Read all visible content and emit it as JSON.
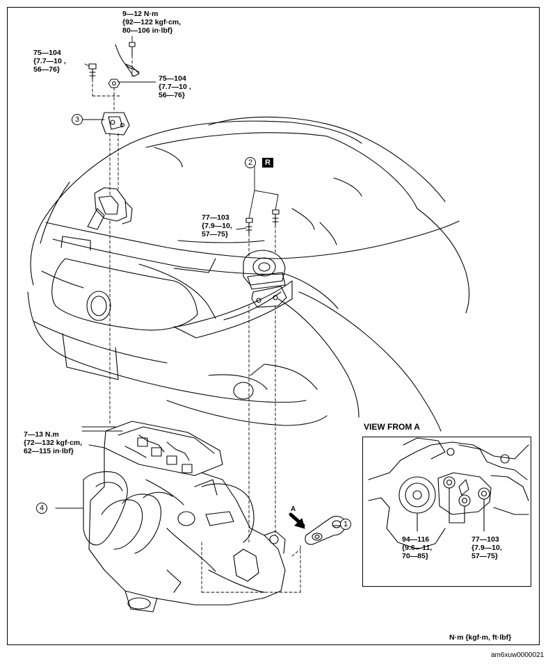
{
  "callouts": {
    "c1": "1",
    "c2": "2",
    "c3": "3",
    "c4": "4"
  },
  "r_mark": "R",
  "arrow_label": "A",
  "torques": {
    "t_ground": "9—12 N·m\n{92—122 kgf·cm,\n80—106 in·lbf}",
    "t_mount3_left": "75—104\n{7.7—10 ,\n56—76}",
    "t_mount3_right": "75—104\n{7.7—10 ,\n56—76}",
    "t_mount2": "77—103\n{7.9—10,\n57—75}",
    "t_engine": "7—13 N.m\n{72—132 kgf·cm,\n62—115 in·lbf}",
    "t_view_large": "94—116\n{9.6—11,\n70—85}",
    "t_view_small": "77—103\n{7.9—10,\n57—75}"
  },
  "view_title": "VIEW FROM A",
  "units_note": "N·m {kgf·m, ft·lbf}",
  "figure_code": "am6xuw0000021"
}
